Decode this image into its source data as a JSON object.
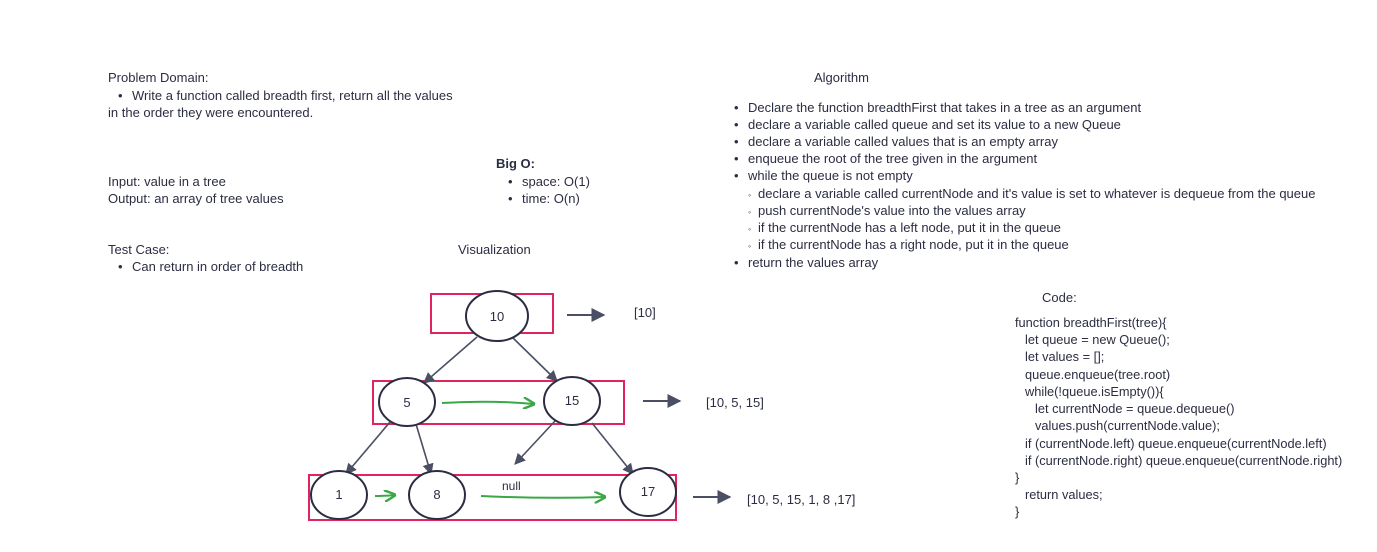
{
  "problem_domain": {
    "title": "Problem Domain:",
    "bullet": "Write a function called breadth first, return all the values",
    "continuation": "in the order they were encountered."
  },
  "io": {
    "input": "Input: value in a tree",
    "output": "Output: an array of tree values"
  },
  "big_o": {
    "title": "Big O:",
    "items": [
      "space: O(1)",
      "time: O(n)"
    ]
  },
  "test_case": {
    "title": "Test Case:",
    "items": [
      "Can return in order of breadth"
    ]
  },
  "visualization": {
    "title": "Visualization",
    "nodes": [
      "10",
      "5",
      "15",
      "1",
      "8",
      "17"
    ],
    "null_label": "null",
    "results": [
      "[10]",
      "[10, 5, 15]",
      "[10, 5, 15, 1, 8 ,17]"
    ]
  },
  "algorithm": {
    "title": "Algorithm",
    "steps": [
      "Declare the function breadthFirst that takes in a tree as an argument",
      "declare a variable called queue and set its value to a new Queue",
      "declare a variable called values that is an empty array",
      "enqueue the root of the tree given in the argument",
      "while the queue is not empty"
    ],
    "substeps": [
      "declare a variable called currentNode and it's value is set to whatever is dequeue from the queue",
      "push currentNode's value into the values array",
      "if the currentNode has a left node, put it in the queue",
      "if the currentNode has a right node, put it in the queue"
    ],
    "final_step": "return the values array"
  },
  "code": {
    "title": "Code:",
    "lines": [
      "function breadthFirst(tree){",
      "let queue = new Queue();",
      "let values = [];",
      "queue.enqueue(tree.root)",
      "while(!queue.isEmpty()){",
      "let currentNode = queue.dequeue()",
      "values.push(currentNode.value);",
      "if (currentNode.left) queue.enqueue(currentNode.left)",
      "if (currentNode.right) queue.enqueue(currentNode.right)",
      "}",
      "return values;",
      "}"
    ]
  },
  "colors": {
    "text": "#2b2d42",
    "highlight_box": "#e0245e",
    "green_arrow": "#3aa845",
    "stroke": "#4a4f63"
  }
}
